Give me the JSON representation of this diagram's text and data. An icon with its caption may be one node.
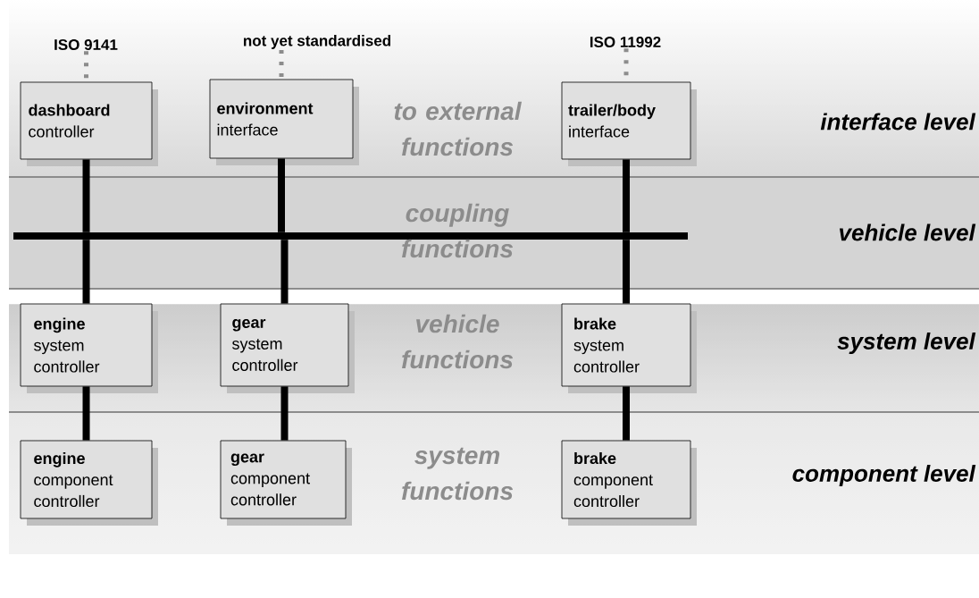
{
  "diagram": {
    "nodes": [
      {
        "text": [
          "ISO 9141"
        ]
      },
      {
        "text": [
          "not yet standardised"
        ]
      },
      {
        "text": [
          "ISO 11992"
        ]
      },
      {
        "text": [
          "dashboard",
          "controller"
        ]
      },
      {
        "text": [
          "environment",
          "interface"
        ]
      },
      {
        "text": [
          "trailer/body",
          "interface"
        ]
      },
      {
        "text": [],
        "shape": "bar"
      },
      {
        "text": [
          "engine",
          "system controller"
        ]
      },
      {
        "text": [
          "gear",
          "system controller"
        ]
      },
      {
        "text": [
          "brake",
          "system controller"
        ]
      },
      {
        "text": [
          "engine",
          "component controller"
        ]
      },
      {
        "text": [
          "gear",
          "component controller"
        ]
      },
      {
        "text": [
          "brake",
          "component controller"
        ]
      }
    ],
    "edges": [
      {
        "from": 0,
        "to": 3,
        "arrow": "none",
        "style": "dashed",
        "color": "#8c8c8c"
      },
      {
        "from": 1,
        "to": 4,
        "arrow": "none",
        "style": "dashed",
        "color": "#8c8c8c"
      },
      {
        "from": 2,
        "to": 5,
        "arrow": "none",
        "style": "dashed",
        "color": "#8c8c8c"
      },
      {
        "from": 3,
        "to": 6,
        "arrow": "none"
      },
      {
        "from": 4,
        "to": 6,
        "arrow": "none"
      },
      {
        "from": 5,
        "to": 6,
        "arrow": "none"
      },
      {
        "from": 6,
        "to": 7,
        "arrow": "none"
      },
      {
        "from": 6,
        "to": 8,
        "arrow": "none"
      },
      {
        "from": 6,
        "to": 9,
        "arrow": "none"
      },
      {
        "from": 7,
        "to": 10,
        "arrow": "none"
      },
      {
        "from": 8,
        "to": 11,
        "arrow": "none"
      },
      {
        "from": 9,
        "to": 12,
        "arrow": "none"
      }
    ],
    "labels": [
      "to external functions",
      "interface level",
      "coupling functions",
      "vehicle level",
      "vehicle functions",
      "system level",
      "system functions",
      "component level"
    ]
  }
}
